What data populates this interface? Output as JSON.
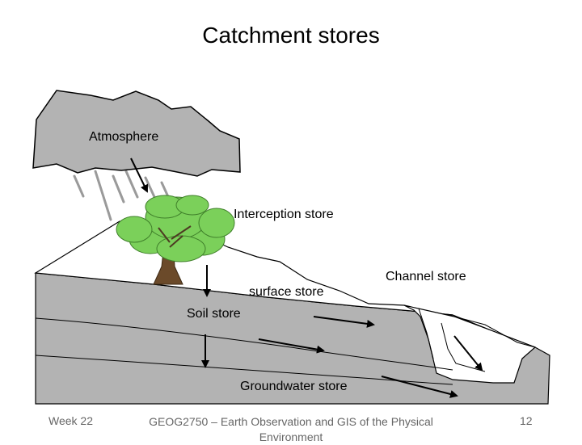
{
  "title": "Catchment stores",
  "labels": {
    "atmosphere": "Atmosphere",
    "interception": "Interception store",
    "surface": "surface store",
    "channel": "Channel store",
    "soil": "Soil store",
    "groundwater": "Groundwater store"
  },
  "footer": {
    "left": "Week 22",
    "center": "GEOG2750 – Earth Observation and GIS of the Physical Environment",
    "right": "12"
  },
  "colors": {
    "cloud": "#b3b3b3",
    "ground": "#b3b3b3",
    "tree_foliage": "#7bd05a",
    "tree_trunk": "#6b4a2a",
    "surface_land": "#ffffff"
  }
}
